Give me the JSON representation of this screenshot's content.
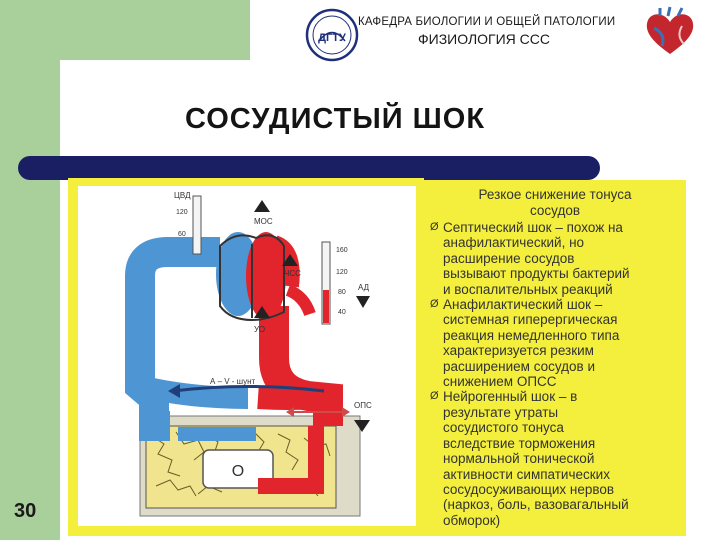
{
  "header": {
    "department": "КАФЕДРА БИОЛОГИИ И ОБЩЕЙ ПАТОЛОГИИ",
    "topic": "ФИЗИОЛОГИЯ ССС",
    "logo_text": "ДГТУ"
  },
  "slide": {
    "title": "СОСУДИСТЫЙ ШОК",
    "number": "30"
  },
  "diagram": {
    "cvd_label": "ЦВД",
    "cvd_ticks": [
      "120",
      "60"
    ],
    "mos_label": "МОС",
    "chss_label": "ЧСС",
    "ad_label": "АД",
    "ad_ticks": [
      "160",
      "120",
      "80",
      "40"
    ],
    "uo_label": "УО",
    "shunt_label": "А – V - шунт",
    "ops_label": "ОПС",
    "organ_label": "О",
    "colors": {
      "venous": "#4e95d3",
      "arterial": "#e2242d",
      "tissue": "#f1e48f"
    }
  },
  "text": {
    "heading_lines": [
      "Резкое снижение тонуса",
      "сосудов"
    ],
    "bullet_mark": "Ø",
    "bullets": [
      [
        "Септический шок – похож на",
        "анафилактический, но",
        "расширение сосудов",
        "вызывают продукты бактерий",
        "и воспалительных реакций"
      ],
      [
        "Анафилактический шок –",
        "системная гиперергическая",
        "реакция немедленного типа",
        "характеризуется резким",
        "расширением сосудов и",
        "снижением ОПСС"
      ],
      [
        "Нейрогенный шок – в",
        "результате утраты",
        "сосудистого тонуса",
        "вследствие торможения",
        "нормальной тонической",
        "активности симпатических",
        "сосудосуживающих нервов",
        "(наркоз, боль, вазовагальный",
        "обморок)"
      ]
    ]
  }
}
